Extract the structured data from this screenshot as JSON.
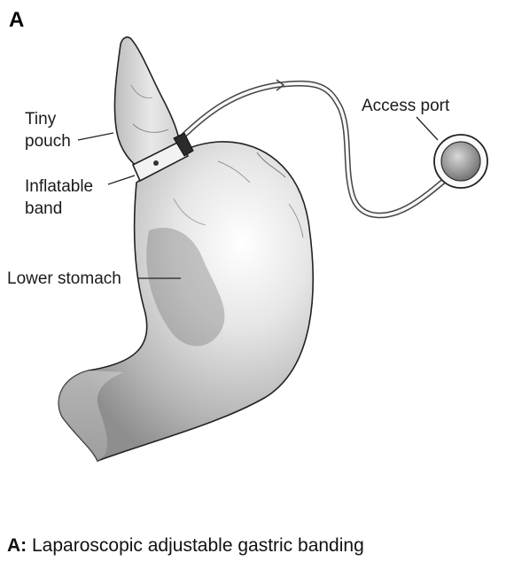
{
  "panel_letter": "A",
  "labels": {
    "tiny_pouch_line1": "Tiny",
    "tiny_pouch_line2": "pouch",
    "band_line1": "Inflatable",
    "band_line2": "band",
    "lower_stomach": "Lower stomach",
    "access_port": "Access port"
  },
  "caption": {
    "letter": "A:",
    "text": " Laparoscopic adjustable gastric banding"
  }
}
